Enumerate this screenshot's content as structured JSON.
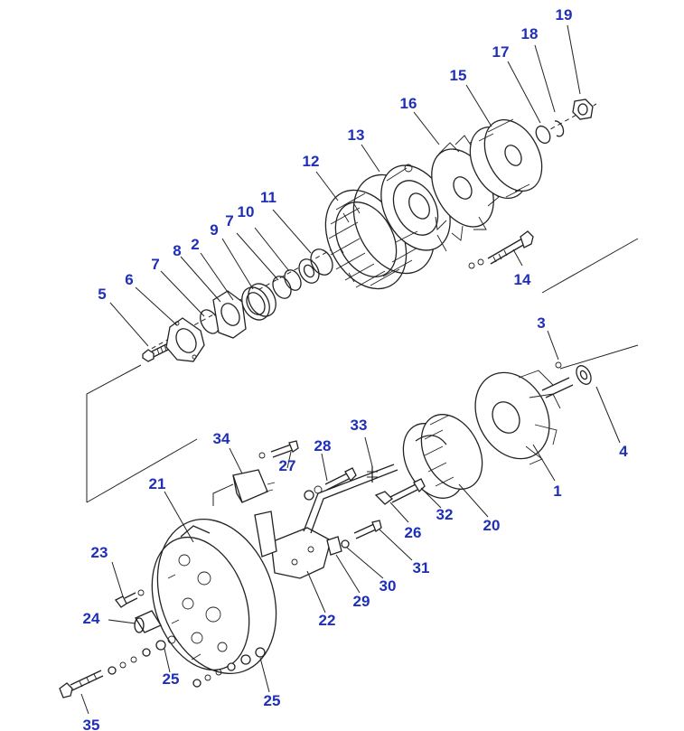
{
  "diagram": {
    "label_color": "#1f2fb8",
    "labels": {
      "p1": "1",
      "p2": "2",
      "p3": "3",
      "p4": "4",
      "p5": "5",
      "p6": "6",
      "p7a": "7",
      "p7b": "7",
      "p8": "8",
      "p9": "9",
      "p10": "10",
      "p11": "11",
      "p12": "12",
      "p13": "13",
      "p14": "14",
      "p15": "15",
      "p16": "16",
      "p17": "17",
      "p18": "18",
      "p19": "19",
      "p20": "20",
      "p21": "21",
      "p22": "22",
      "p23": "23",
      "p24": "24",
      "p25a": "25",
      "p25b": "25",
      "p26": "26",
      "p27": "27",
      "p28": "28",
      "p29": "29",
      "p30": "30",
      "p31": "31",
      "p32": "32",
      "p33": "33",
      "p34": "34",
      "p35": "35"
    }
  }
}
